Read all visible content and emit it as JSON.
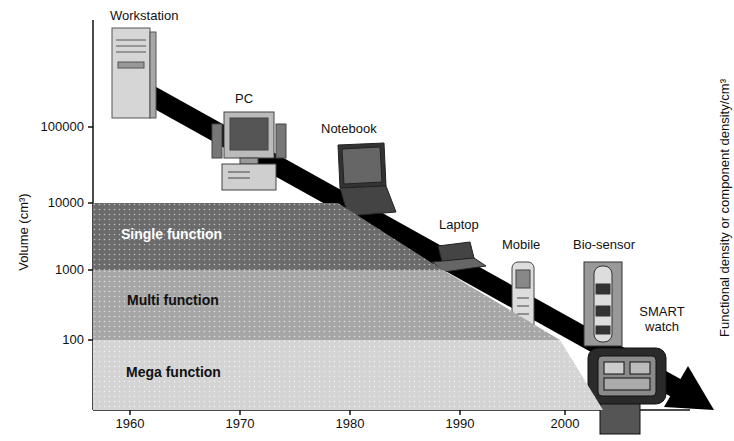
{
  "diagram": {
    "nodes": [
      {
        "text": [
          "Single function"
        ]
      },
      {
        "text": [
          "Multi function"
        ]
      },
      {
        "text": [
          "Mega function"
        ]
      }
    ],
    "labels": [
      "Workstation",
      "PC",
      "Notebook",
      "Laptop",
      "Mobile",
      "Bio-sensor",
      "SMART watch",
      "100000",
      "10000",
      "1000",
      "100",
      "1960",
      "1970",
      "1980",
      "1990",
      "2000",
      "Volume (cm³)",
      "Functional density or component density/cm³"
    ]
  }
}
